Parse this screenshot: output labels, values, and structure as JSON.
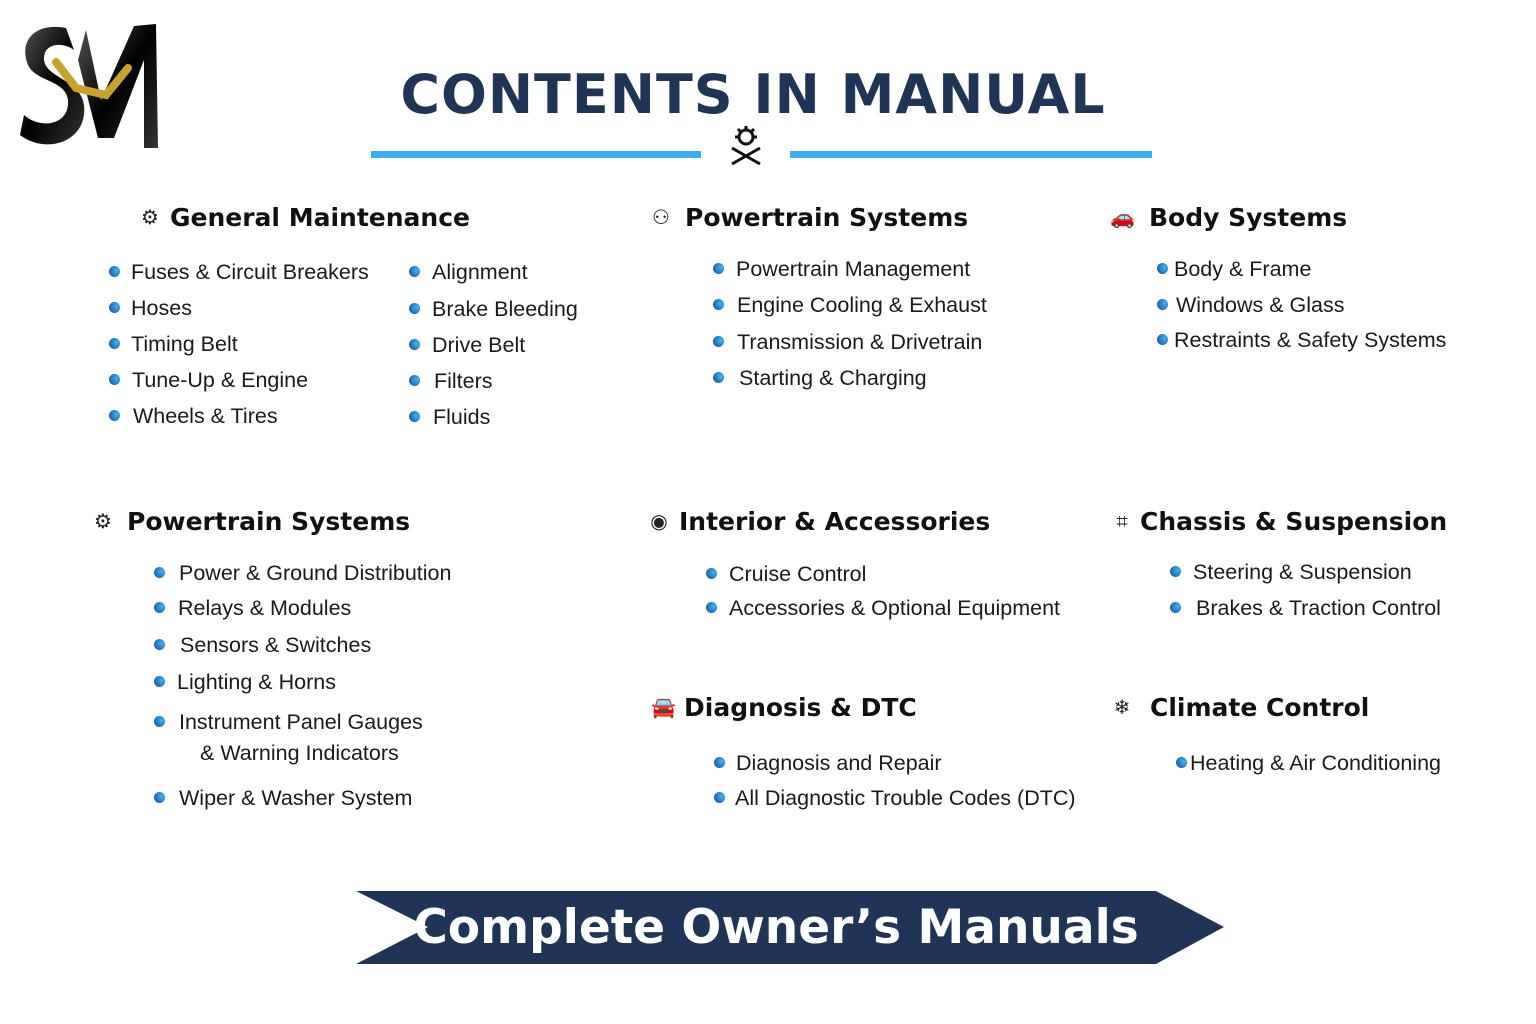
{
  "logo": {
    "text": "SM"
  },
  "title": "CONTENTS IN MANUAL",
  "colors": {
    "navy": "#1f3557",
    "accent": "#3aaef0"
  },
  "sections": [
    {
      "heading": "General Maintenance",
      "icon": "gear-wrench-icon",
      "items": [
        "Fuses & Circuit Breakers",
        "Hoses",
        "Timing Belt",
        "Tune-Up & Engine",
        "Wheels & Tires",
        "Alignment",
        "Brake Bleeding",
        "Drive Belt",
        "Filters",
        "Fluids"
      ]
    },
    {
      "heading": "Powertrain Systems",
      "icon": "drivetrain-icon",
      "items": [
        "Powertrain Management",
        "Engine Cooling & Exhaust",
        "Transmission & Drivetrain",
        "Starting & Charging"
      ]
    },
    {
      "heading": "Body Systems",
      "icon": "car-icon",
      "items": [
        "Body & Frame",
        "Windows & Glass",
        "Restraints & Safety Systems"
      ]
    },
    {
      "heading": "Powertrain Systems",
      "icon": "engine-gear-icon",
      "items": [
        "Power & Ground Distribution",
        "Relays & Modules",
        "Sensors & Switches",
        "Lighting & Horns",
        [
          "Instrument Panel Gauges",
          "& Warning Indicators"
        ],
        "Wiper & Washer System"
      ]
    },
    {
      "heading": "Interior & Accessories",
      "icon": "steering-wheel-icon",
      "items": [
        "Cruise Control",
        "Accessories & Optional Equipment"
      ]
    },
    {
      "heading": "Chassis & Suspension",
      "icon": "chassis-icon",
      "items": [
        "Steering & Suspension",
        "Brakes & Traction Control"
      ]
    },
    {
      "heading": "Diagnosis & DTC",
      "icon": "diagnostic-car-icon",
      "items": [
        "Diagnosis and Repair",
        "All Diagnostic Trouble Codes (DTC)"
      ]
    },
    {
      "heading": "Climate Control",
      "icon": "climate-car-icon",
      "items": [
        "Heating & Air Conditioning"
      ]
    }
  ],
  "banner": "Complete Owner’s Manuals"
}
